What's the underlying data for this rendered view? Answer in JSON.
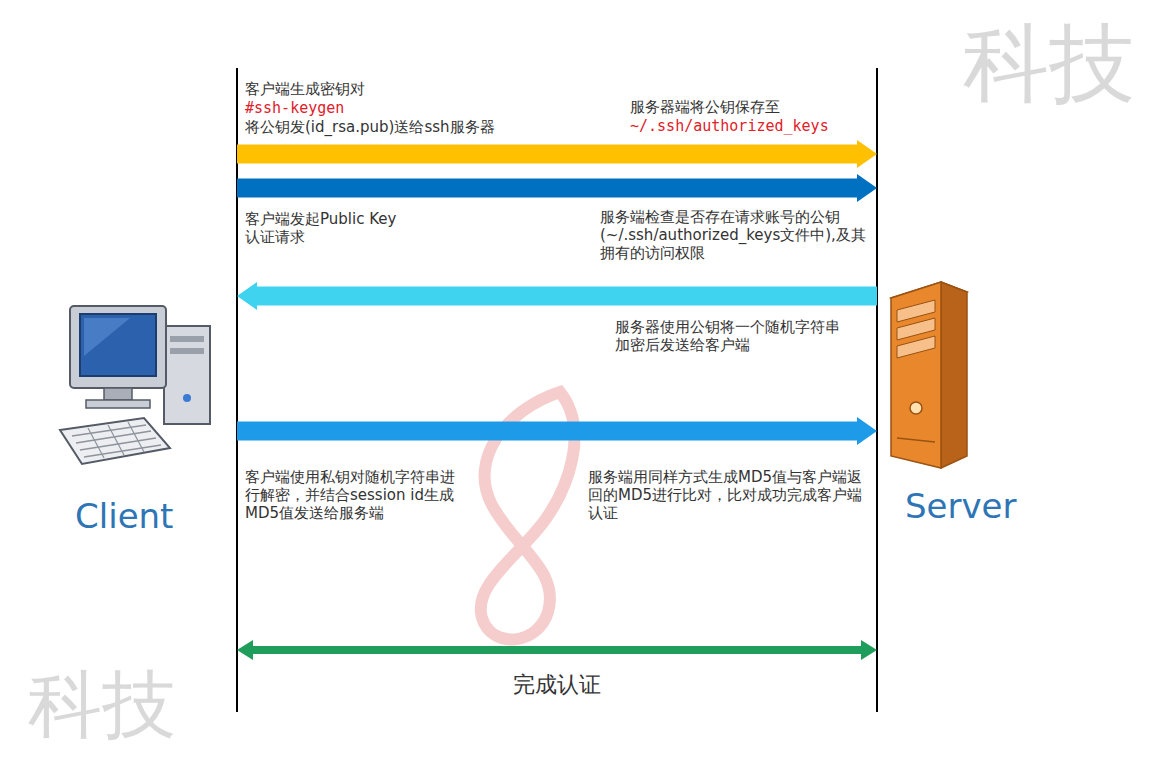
{
  "diagram": {
    "nodes": [
      {
        "text": [
          "Client"
        ]
      },
      {
        "text": [
          "Server"
        ]
      }
    ],
    "edges": [
      {
        "from": 0,
        "to": 1,
        "arrow": "to"
      },
      {
        "from": 0,
        "to": 1,
        "arrow": "to"
      },
      {
        "from": 1,
        "to": 0,
        "arrow": "to"
      },
      {
        "from": 0,
        "to": 1,
        "arrow": "to"
      },
      {
        "from": 0,
        "to": 1,
        "arrow": "both",
        "label": "完成认证"
      }
    ],
    "labels": [
      "客户端生成密钥对",
      "#ssh-keygen",
      "将公钥发(id_rsa.pub)送给ssh服务器",
      "服务器端将公钥保存至",
      "~/.ssh/authorized_keys",
      "客户端发起Public Key 认证请求",
      "服务端检查是否存在请求账号的公钥(~/.ssh/authorized_keys文件中),及其拥有的访问权限",
      "服务器使用公钥将一个随机字符串加密后发送给客户端",
      "客户端使用私钥对随机字符串进行解密，并结合session id生成MD5值发送给服务端",
      "服务端用同样方式生成MD5值与客户端返回的MD5进行比对，比对成功完成客户端认证",
      "科技",
      "科技"
    ]
  }
}
